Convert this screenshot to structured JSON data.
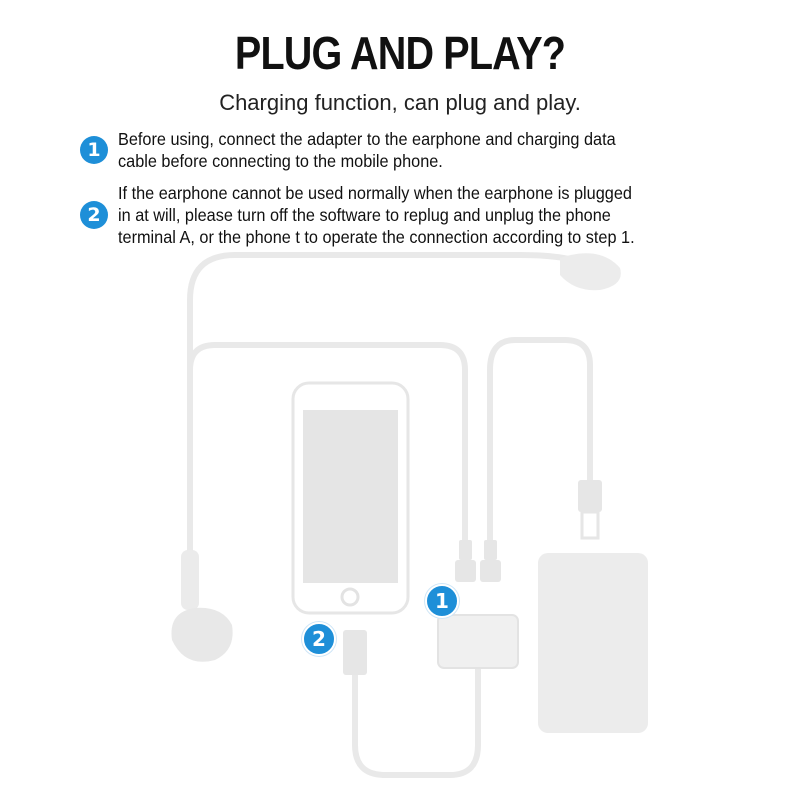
{
  "header": {
    "title": "PLUG AND PLAY?",
    "subtitle": "Charging function, can plug and play."
  },
  "steps": [
    {
      "number": "1",
      "lines": [
        "Before using, connect the adapter to the earphone and charging data",
        "cable before connecting to the mobile phone."
      ]
    },
    {
      "number": "2",
      "lines": [
        "If the earphone cannot be used normally when the earphone is plugged",
        "in at will, please turn off the software to replug and unplug the phone",
        "terminal A, or the phone t to operate the connection according to step 1."
      ]
    }
  ],
  "illustration": {
    "marker_1": "1",
    "marker_2": "2",
    "accent_color": "#1e8fd8",
    "device_color": "#e8e8e8"
  }
}
